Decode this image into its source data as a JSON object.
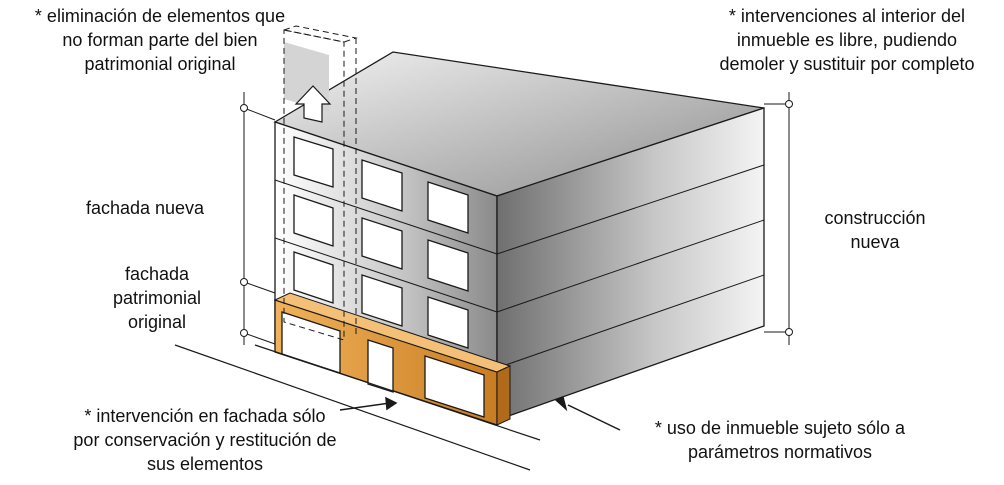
{
  "colors": {
    "line": "#1a1a1a",
    "facade_heritage": "#e9a347",
    "facade_heritage_dark": "#c97d22",
    "top_face": "#d9d9d9",
    "front_face": "#bdbdbd",
    "demolition_fill": "#d4d4d4"
  },
  "labels": {
    "elimination": [
      "* eliminación de elementos que",
      "no forman parte del bien",
      "patrimonial original"
    ],
    "interior": [
      "* intervenciones al interior del",
      "inmueble es libre, pudiendo",
      "demoler y sustituir por completo"
    ],
    "new_facade": [
      "fachada nueva"
    ],
    "heritage_facade": [
      "fachada",
      "patrimonial",
      "original"
    ],
    "new_construction": [
      "construcción",
      "nueva"
    ],
    "facade_intervention": [
      "* intervención en fachada sólo",
      "por conservación y restitución de",
      "sus elementos"
    ],
    "use": [
      "* uso de inmueble sujeto sólo a",
      "parámetros normativos"
    ]
  }
}
